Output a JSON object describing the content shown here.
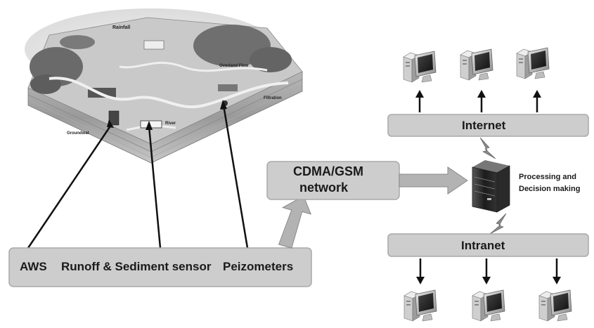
{
  "landscape": {
    "labels": {
      "rainfall": "Rainfall",
      "overland_flow": "Overland Flow",
      "filtration": "Filtration",
      "river": "River",
      "groundwater": "Groundwat"
    }
  },
  "sensors": {
    "aws": "AWS",
    "runoff_sediment": "Runoff & Sediment sensor",
    "peizometers": "Peizometers"
  },
  "network": {
    "line1": "CDMA/GSM",
    "line2": "network"
  },
  "server": {
    "line1": "Processing and",
    "line2": "Decision making"
  },
  "internet": {
    "label": "Internet"
  },
  "intranet": {
    "label": "Intranet"
  },
  "colors": {
    "box_fill": "#cdcdcd",
    "box_stroke": "#a9a9a9",
    "arrow_fill": "#b3b3b3",
    "line": "#111111"
  }
}
